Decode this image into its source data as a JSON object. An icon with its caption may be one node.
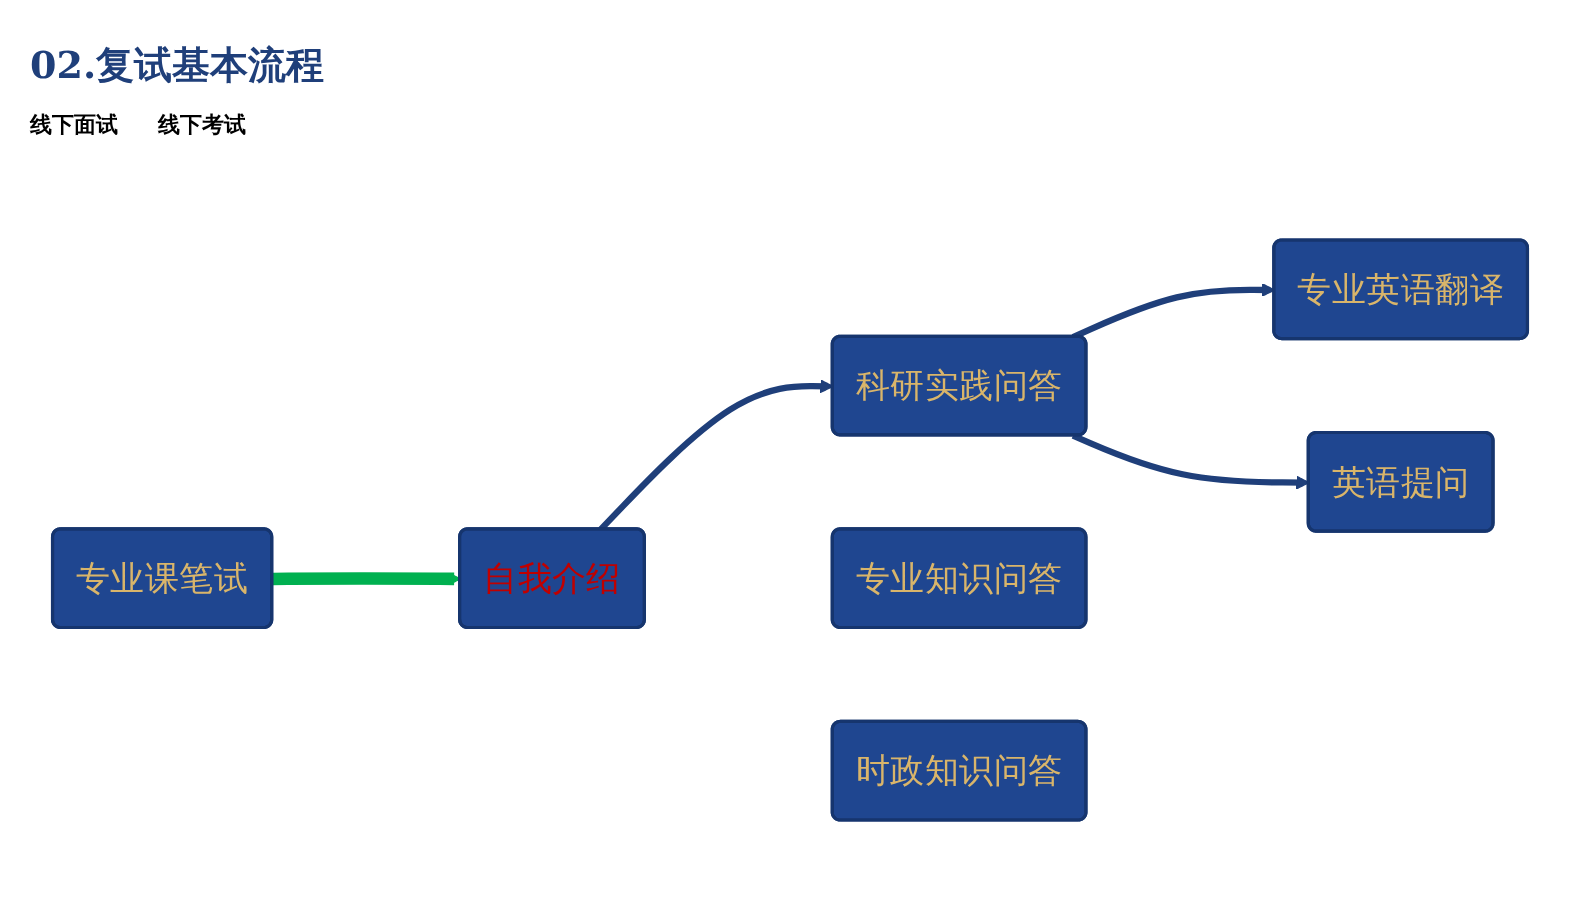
{
  "diagram": {
    "title": "02.复试基本流程",
    "nodes": [
      {
        "text": [
          "专业课笔试"
        ]
      },
      {
        "text": [
          "自我介绍"
        ]
      },
      {
        "text": [
          "科研实践问答"
        ]
      },
      {
        "text": [
          "专业知识问答"
        ]
      },
      {
        "text": [
          "时政知识问答"
        ]
      },
      {
        "text": [
          "专业英语翻译"
        ]
      },
      {
        "text": [
          "英语提问"
        ]
      }
    ],
    "edges": [
      {
        "from": 0,
        "to": 1,
        "arrow": "to",
        "style": "thick",
        "color": "#00b050"
      },
      {
        "from": 1,
        "to": 2,
        "arrow": "to"
      },
      {
        "from": 2,
        "to": 5,
        "arrow": "to"
      },
      {
        "from": 2,
        "to": 6,
        "arrow": "to"
      }
    ],
    "labels": [
      "线下面试",
      "线下考试"
    ]
  }
}
